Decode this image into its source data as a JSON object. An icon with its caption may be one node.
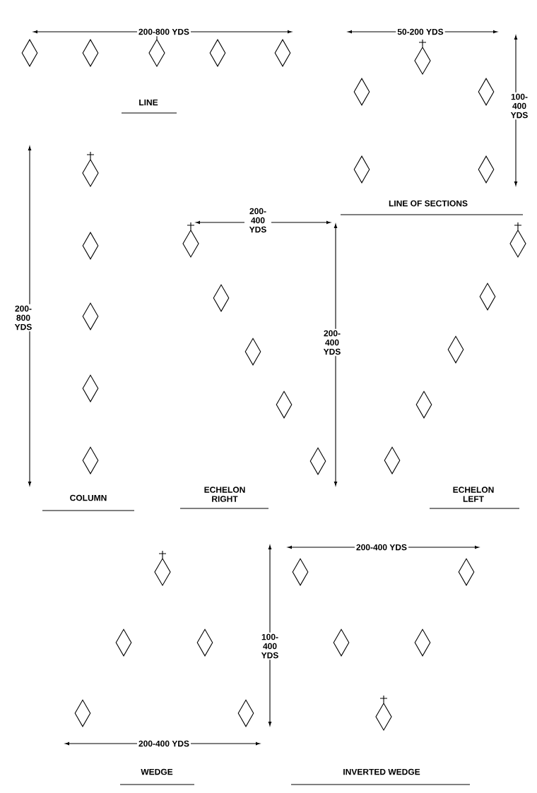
{
  "diagram": {
    "nodes": [
      {
        "text": [],
        "shape": "diamond"
      },
      {
        "text": [],
        "shape": "diamond"
      },
      {
        "text": [],
        "shape": "diamond"
      },
      {
        "text": [],
        "shape": "diamond"
      },
      {
        "text": [],
        "shape": "diamond"
      },
      {
        "text": [],
        "shape": "diamond"
      },
      {
        "text": [],
        "shape": "diamond"
      },
      {
        "text": [],
        "shape": "diamond"
      },
      {
        "text": [],
        "shape": "diamond"
      },
      {
        "text": [],
        "shape": "diamond"
      },
      {
        "text": [],
        "shape": "diamond"
      },
      {
        "text": [],
        "shape": "diamond"
      },
      {
        "text": [],
        "shape": "diamond"
      },
      {
        "text": [],
        "shape": "diamond"
      },
      {
        "text": [],
        "shape": "diamond"
      },
      {
        "text": [],
        "shape": "diamond"
      },
      {
        "text": [],
        "shape": "diamond"
      },
      {
        "text": [],
        "shape": "diamond"
      },
      {
        "text": [],
        "shape": "diamond"
      },
      {
        "text": [],
        "shape": "diamond"
      },
      {
        "text": [],
        "shape": "diamond"
      },
      {
        "text": [],
        "shape": "diamond"
      },
      {
        "text": [],
        "shape": "diamond"
      },
      {
        "text": [],
        "shape": "diamond"
      },
      {
        "text": [],
        "shape": "diamond"
      },
      {
        "text": [],
        "shape": "diamond"
      },
      {
        "text": [],
        "shape": "diamond"
      },
      {
        "text": [],
        "shape": "diamond"
      },
      {
        "text": [],
        "shape": "diamond"
      },
      {
        "text": [],
        "shape": "diamond"
      },
      {
        "text": [],
        "shape": "diamond"
      },
      {
        "text": [],
        "shape": "diamond"
      },
      {
        "text": [],
        "shape": "diamond"
      },
      {
        "text": [],
        "shape": "diamond"
      },
      {
        "text": [],
        "shape": "diamond"
      }
    ],
    "labels": [
      "200-800 YDS",
      "50-200 YDS",
      "LINE",
      "100- 400 YDS",
      "200- 400 YDS",
      "LINE OF SECTIONS",
      "200- 800 YDS",
      "200- 400 YDS",
      "COLUMN",
      "ECHELON RIGHT",
      "ECHELON LEFT",
      "200-400 YDS",
      "100- 400 YDS",
      "200-400 YDS",
      "WEDGE",
      "INVERTED WEDGE"
    ]
  }
}
